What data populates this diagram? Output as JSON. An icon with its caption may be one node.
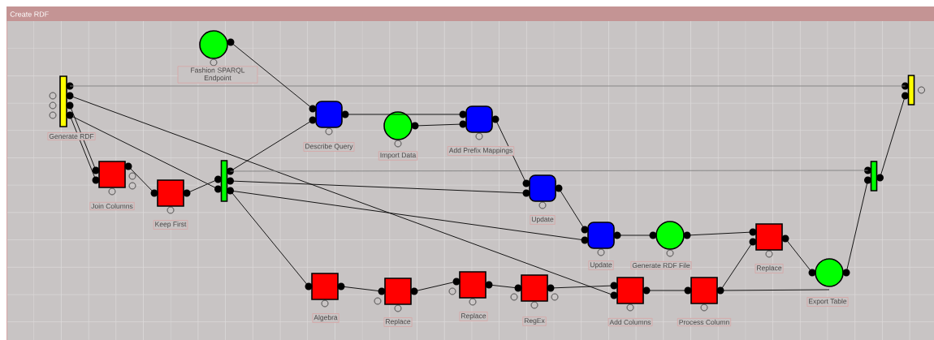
{
  "diagram": {
    "title": "Create RDF",
    "nodes": [
      {
        "text": [
          "Generate RDF"
        ]
      },
      {
        "text": [
          "Fashion SPARQL Endpoint"
        ]
      },
      {
        "text": [
          "Describe Query"
        ]
      },
      {
        "text": [
          "Import Data"
        ]
      },
      {
        "text": [
          "Add Prefix Mappings"
        ]
      },
      {
        "text": [
          "Join Columns"
        ]
      },
      {
        "text": [
          "Keep First"
        ]
      },
      {
        "text": [],
        "shape": "bar"
      },
      {
        "text": [
          "Update"
        ]
      },
      {
        "text": [
          "Update"
        ]
      },
      {
        "text": [
          "Generate RDF File"
        ]
      },
      {
        "text": [
          "Replace"
        ]
      },
      {
        "text": [
          "Export Table"
        ]
      },
      {
        "text": [],
        "shape": "bar"
      },
      {
        "text": [],
        "shape": "bar"
      },
      {
        "text": [
          "Algebra"
        ]
      },
      {
        "text": [
          "Replace"
        ]
      },
      {
        "text": [
          "Replace"
        ]
      },
      {
        "text": [
          "RegEx"
        ]
      },
      {
        "text": [
          "Add Columns"
        ]
      },
      {
        "text": [
          "Process Column"
        ]
      }
    ],
    "edges": [
      {
        "from": 0,
        "to": 14,
        "arrow": "none",
        "color": "#808080"
      },
      {
        "from": 0,
        "to": 19,
        "arrow": "none"
      },
      {
        "from": 0,
        "to": 5,
        "arrow": "none"
      },
      {
        "from": 0,
        "to": 5,
        "arrow": "none"
      },
      {
        "from": 0,
        "to": 7,
        "arrow": "none"
      },
      {
        "from": 5,
        "to": 6,
        "arrow": "none"
      },
      {
        "from": 6,
        "to": 7,
        "arrow": "none"
      },
      {
        "from": 1,
        "to": 2,
        "arrow": "none"
      },
      {
        "from": 7,
        "to": 2,
        "arrow": "none"
      },
      {
        "from": 7,
        "to": 13,
        "arrow": "none",
        "color": "#808080"
      },
      {
        "from": 7,
        "to": 8,
        "arrow": "none"
      },
      {
        "from": 7,
        "to": 9,
        "arrow": "none"
      },
      {
        "from": 7,
        "to": 15,
        "arrow": "none"
      },
      {
        "from": 2,
        "to": 4,
        "arrow": "none"
      },
      {
        "from": 3,
        "to": 4,
        "arrow": "none"
      },
      {
        "from": 4,
        "to": 8,
        "arrow": "none"
      },
      {
        "from": 8,
        "to": 9,
        "arrow": "none"
      },
      {
        "from": 9,
        "to": 10,
        "arrow": "none"
      },
      {
        "from": 10,
        "to": 11,
        "arrow": "none"
      },
      {
        "from": 15,
        "to": 16,
        "arrow": "none"
      },
      {
        "from": 16,
        "to": 17,
        "arrow": "none"
      },
      {
        "from": 17,
        "to": 18,
        "arrow": "none"
      },
      {
        "from": 18,
        "to": 19,
        "arrow": "none"
      },
      {
        "from": 19,
        "to": 20,
        "arrow": "none"
      },
      {
        "from": 20,
        "to": 11,
        "arrow": "none"
      },
      {
        "from": 20,
        "to": 12,
        "arrow": "none"
      },
      {
        "from": 11,
        "to": 12,
        "arrow": "none"
      },
      {
        "from": 12,
        "to": 13,
        "arrow": "none"
      },
      {
        "from": 13,
        "to": 14,
        "arrow": "none"
      }
    ]
  }
}
